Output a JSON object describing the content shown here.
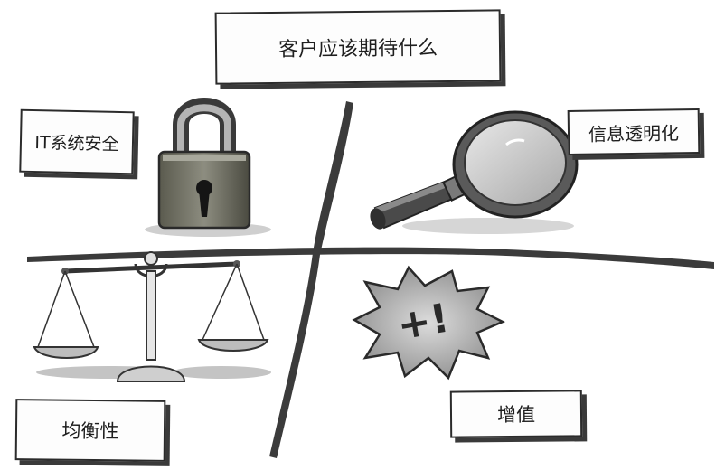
{
  "title": "客户应该期待什么",
  "quadrants": {
    "top_left": {
      "label": "IT系统安全",
      "icon": "padlock-icon"
    },
    "top_right": {
      "label": "信息透明化",
      "icon": "magnifying-glass-icon"
    },
    "bottom_left": {
      "label": "均衡性",
      "icon": "balance-scale-icon"
    },
    "bottom_right": {
      "label": "增值",
      "icon": "plus-exclamation-burst-icon"
    }
  },
  "burst_text": "+!"
}
